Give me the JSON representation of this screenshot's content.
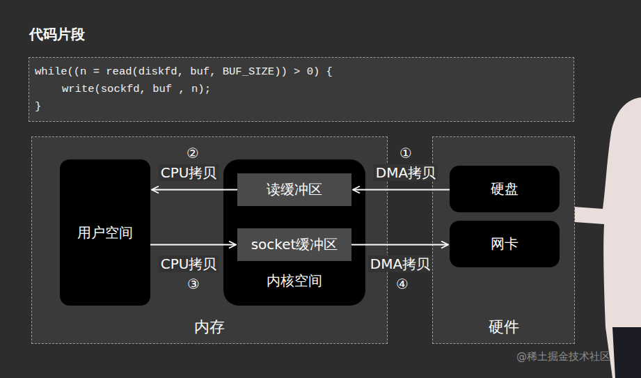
{
  "diagram": {
    "title": "代码片段",
    "nodes": [
      {
        "text": [
          "while((n = read(diskfd, buf, BUF_SIZE)) > 0) {",
          "write(sockfd, buf , n);",
          "}"
        ]
      },
      {
        "text": [
          "内存"
        ]
      },
      {
        "text": [
          "用户空间"
        ],
        "in": 1
      },
      {
        "text": [
          "内核空间"
        ],
        "in": 1
      },
      {
        "text": [
          "读缓冲区"
        ],
        "in": 3
      },
      {
        "text": [
          "socket缓冲区"
        ],
        "in": 3
      },
      {
        "text": [
          "硬件"
        ]
      },
      {
        "text": [
          "硬盘"
        ],
        "in": 6
      },
      {
        "text": [
          "网卡"
        ],
        "in": 6
      }
    ],
    "edges": [
      {
        "from": 7,
        "to": 4,
        "arrow": "to",
        "label": "DMA拷贝"
      },
      {
        "from": 4,
        "to": 2,
        "arrow": "to",
        "label": "CPU拷贝"
      },
      {
        "from": 2,
        "to": 5,
        "arrow": "to",
        "label": "CPU拷贝"
      },
      {
        "from": 5,
        "to": 8,
        "arrow": "to",
        "label": "DMA拷贝"
      }
    ],
    "labels": [
      "①",
      "②",
      "③",
      "④",
      "@稀土掘金技术社区"
    ]
  }
}
